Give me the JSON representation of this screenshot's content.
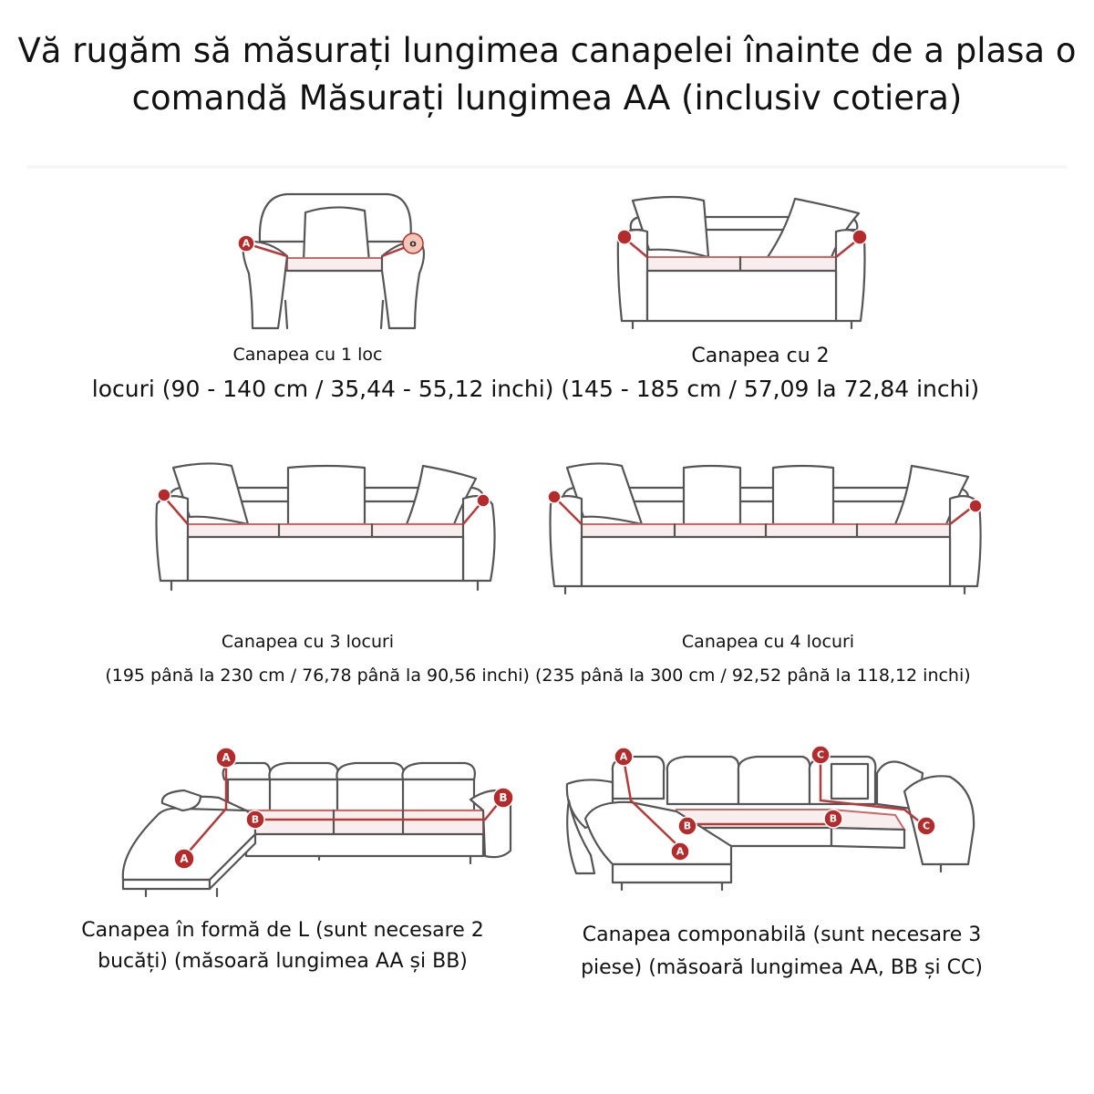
{
  "title": {
    "line1": "Vă rugăm să măsurați lungimea canapelei înainte de a plasa o",
    "line2": "comandă Măsurați lungimea AA (inclusiv cotiera)"
  },
  "sofa1": {
    "label": "Canapea cu 1 loc",
    "marker_a": "A",
    "marker_b": "o"
  },
  "sofa2": {
    "label": "Canapea cu 2"
  },
  "row1_sizes": "locuri (90 - 140 cm / 35,44 - 55,12 inchi) (145 - 185 cm / 57,09 la 72,84 inchi)",
  "sofa3": {
    "label": "Canapea cu 3 locuri"
  },
  "sofa4": {
    "label": "Canapea cu 4 locuri"
  },
  "row2_sizes": "(195 până la 230 cm / 76,78 până la 90,56 inchi) (235 până la 300 cm / 92,52 până la 118,12 inchi)",
  "sofa_l": {
    "label_line1": "Canapea în formă de L (sunt necesare 2",
    "label_line2": "bucăți) (măsoară lungimea AA și BB)",
    "markers": {
      "a": "A",
      "b": "B"
    }
  },
  "sofa_mod": {
    "label_line1": "Canapea componabilă (sunt necesare 3",
    "label_line2": "piese) (măsoară lungimea AA, BB și CC)",
    "markers": {
      "a": "A",
      "b": "B",
      "c": "C"
    }
  },
  "colors": {
    "marker": "#b52a2a",
    "measure_line": "#b53a3a",
    "outline": "#555555"
  }
}
